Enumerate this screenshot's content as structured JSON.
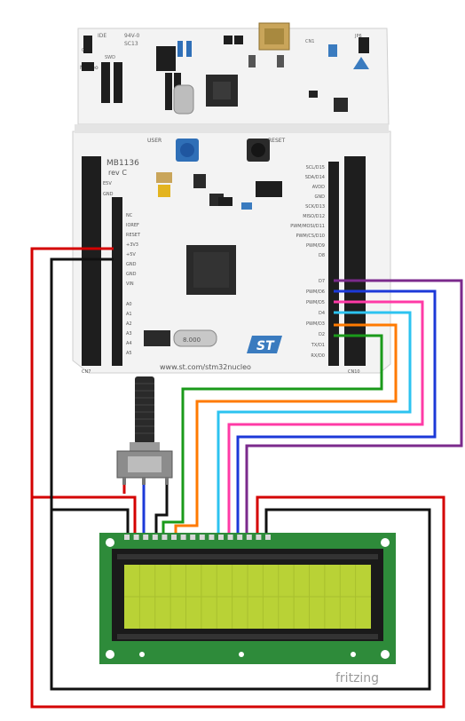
{
  "board": {
    "model": "MB1136",
    "rev": "rev C",
    "ide_mark": "IDE",
    "approval": "94V-0",
    "revision_code": "SC13",
    "url": "www.st.com/stm32nucleo",
    "user_button": "USER",
    "reset_button": "RESET",
    "crystal": "8.000",
    "brand": "Nucleo",
    "colors": {
      "pcb": "#f2f2f2",
      "header": "#1e1e1e",
      "chip": "#2a2a2a",
      "user_btn": "#2f6fb7",
      "st_logo": "#3a7bbf"
    }
  },
  "power_header": {
    "labels": [
      "NC",
      "IOREF",
      "RESET",
      "+3V3",
      "+5V",
      "GND",
      "GND",
      "VIN"
    ]
  },
  "analog_header": {
    "labels": [
      "A0",
      "A1",
      "A2",
      "A3",
      "A4",
      "A5"
    ]
  },
  "digital_header_top": {
    "labels": [
      "SCL/D15",
      "SDA/D14",
      "AVDD",
      "GND",
      "SCK/D13",
      "MISO/D12",
      "PWM/MOSI/D11",
      "PWM/CS/D10",
      "PWM/D9",
      "D8"
    ]
  },
  "digital_header_bottom": {
    "labels": [
      "D7",
      "PWM/D6",
      "PWM/D5",
      "D4",
      "PWM/D3",
      "D2",
      "TX/D1",
      "RX/D0"
    ]
  },
  "side_labels": {
    "e5v": "E5V",
    "gnd": "GND",
    "cn7": "CN7",
    "cn10": "CN10",
    "cn2": "CN2",
    "cn1": "CN1",
    "jp": "JP6",
    "swd": "SWD"
  },
  "wires": {
    "red": "#d40000",
    "black": "#111111",
    "blue": "#1c39d8",
    "green": "#1a9a1a",
    "orange": "#ff7a00",
    "cyan": "#2cc3f0",
    "pink": "#ff3aa6",
    "purple": "#7b2a8c"
  },
  "lcd": {
    "pcb": "#2e8b3a",
    "bezel": "#1a1a1a",
    "screen": "#b9d236",
    "pins": 16
  },
  "watermark": "fritzing"
}
